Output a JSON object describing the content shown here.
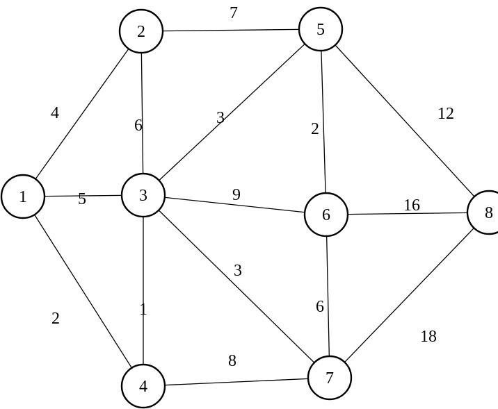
{
  "nodes": [
    {
      "id": "1",
      "label": "1"
    },
    {
      "id": "2",
      "label": "2"
    },
    {
      "id": "3",
      "label": "3"
    },
    {
      "id": "4",
      "label": "4"
    },
    {
      "id": "5",
      "label": "5"
    },
    {
      "id": "6",
      "label": "6"
    },
    {
      "id": "7",
      "label": "7"
    },
    {
      "id": "8",
      "label": "8"
    }
  ],
  "edges": [
    {
      "from": "1",
      "to": "2",
      "weight": "4"
    },
    {
      "from": "1",
      "to": "3",
      "weight": "5"
    },
    {
      "from": "1",
      "to": "4",
      "weight": "2"
    },
    {
      "from": "2",
      "to": "5",
      "weight": "7"
    },
    {
      "from": "2",
      "to": "3",
      "weight": "6"
    },
    {
      "from": "3",
      "to": "5",
      "weight": "3"
    },
    {
      "from": "3",
      "to": "6",
      "weight": "9"
    },
    {
      "from": "3",
      "to": "7",
      "weight": "3"
    },
    {
      "from": "3",
      "to": "4",
      "weight": "1"
    },
    {
      "from": "5",
      "to": "6",
      "weight": "2"
    },
    {
      "from": "5",
      "to": "8",
      "weight": "12"
    },
    {
      "from": "6",
      "to": "8",
      "weight": "16"
    },
    {
      "from": "6",
      "to": "7",
      "weight": "6"
    },
    {
      "from": "4",
      "to": "7",
      "weight": "8"
    },
    {
      "from": "7",
      "to": "8",
      "weight": "18"
    }
  ]
}
